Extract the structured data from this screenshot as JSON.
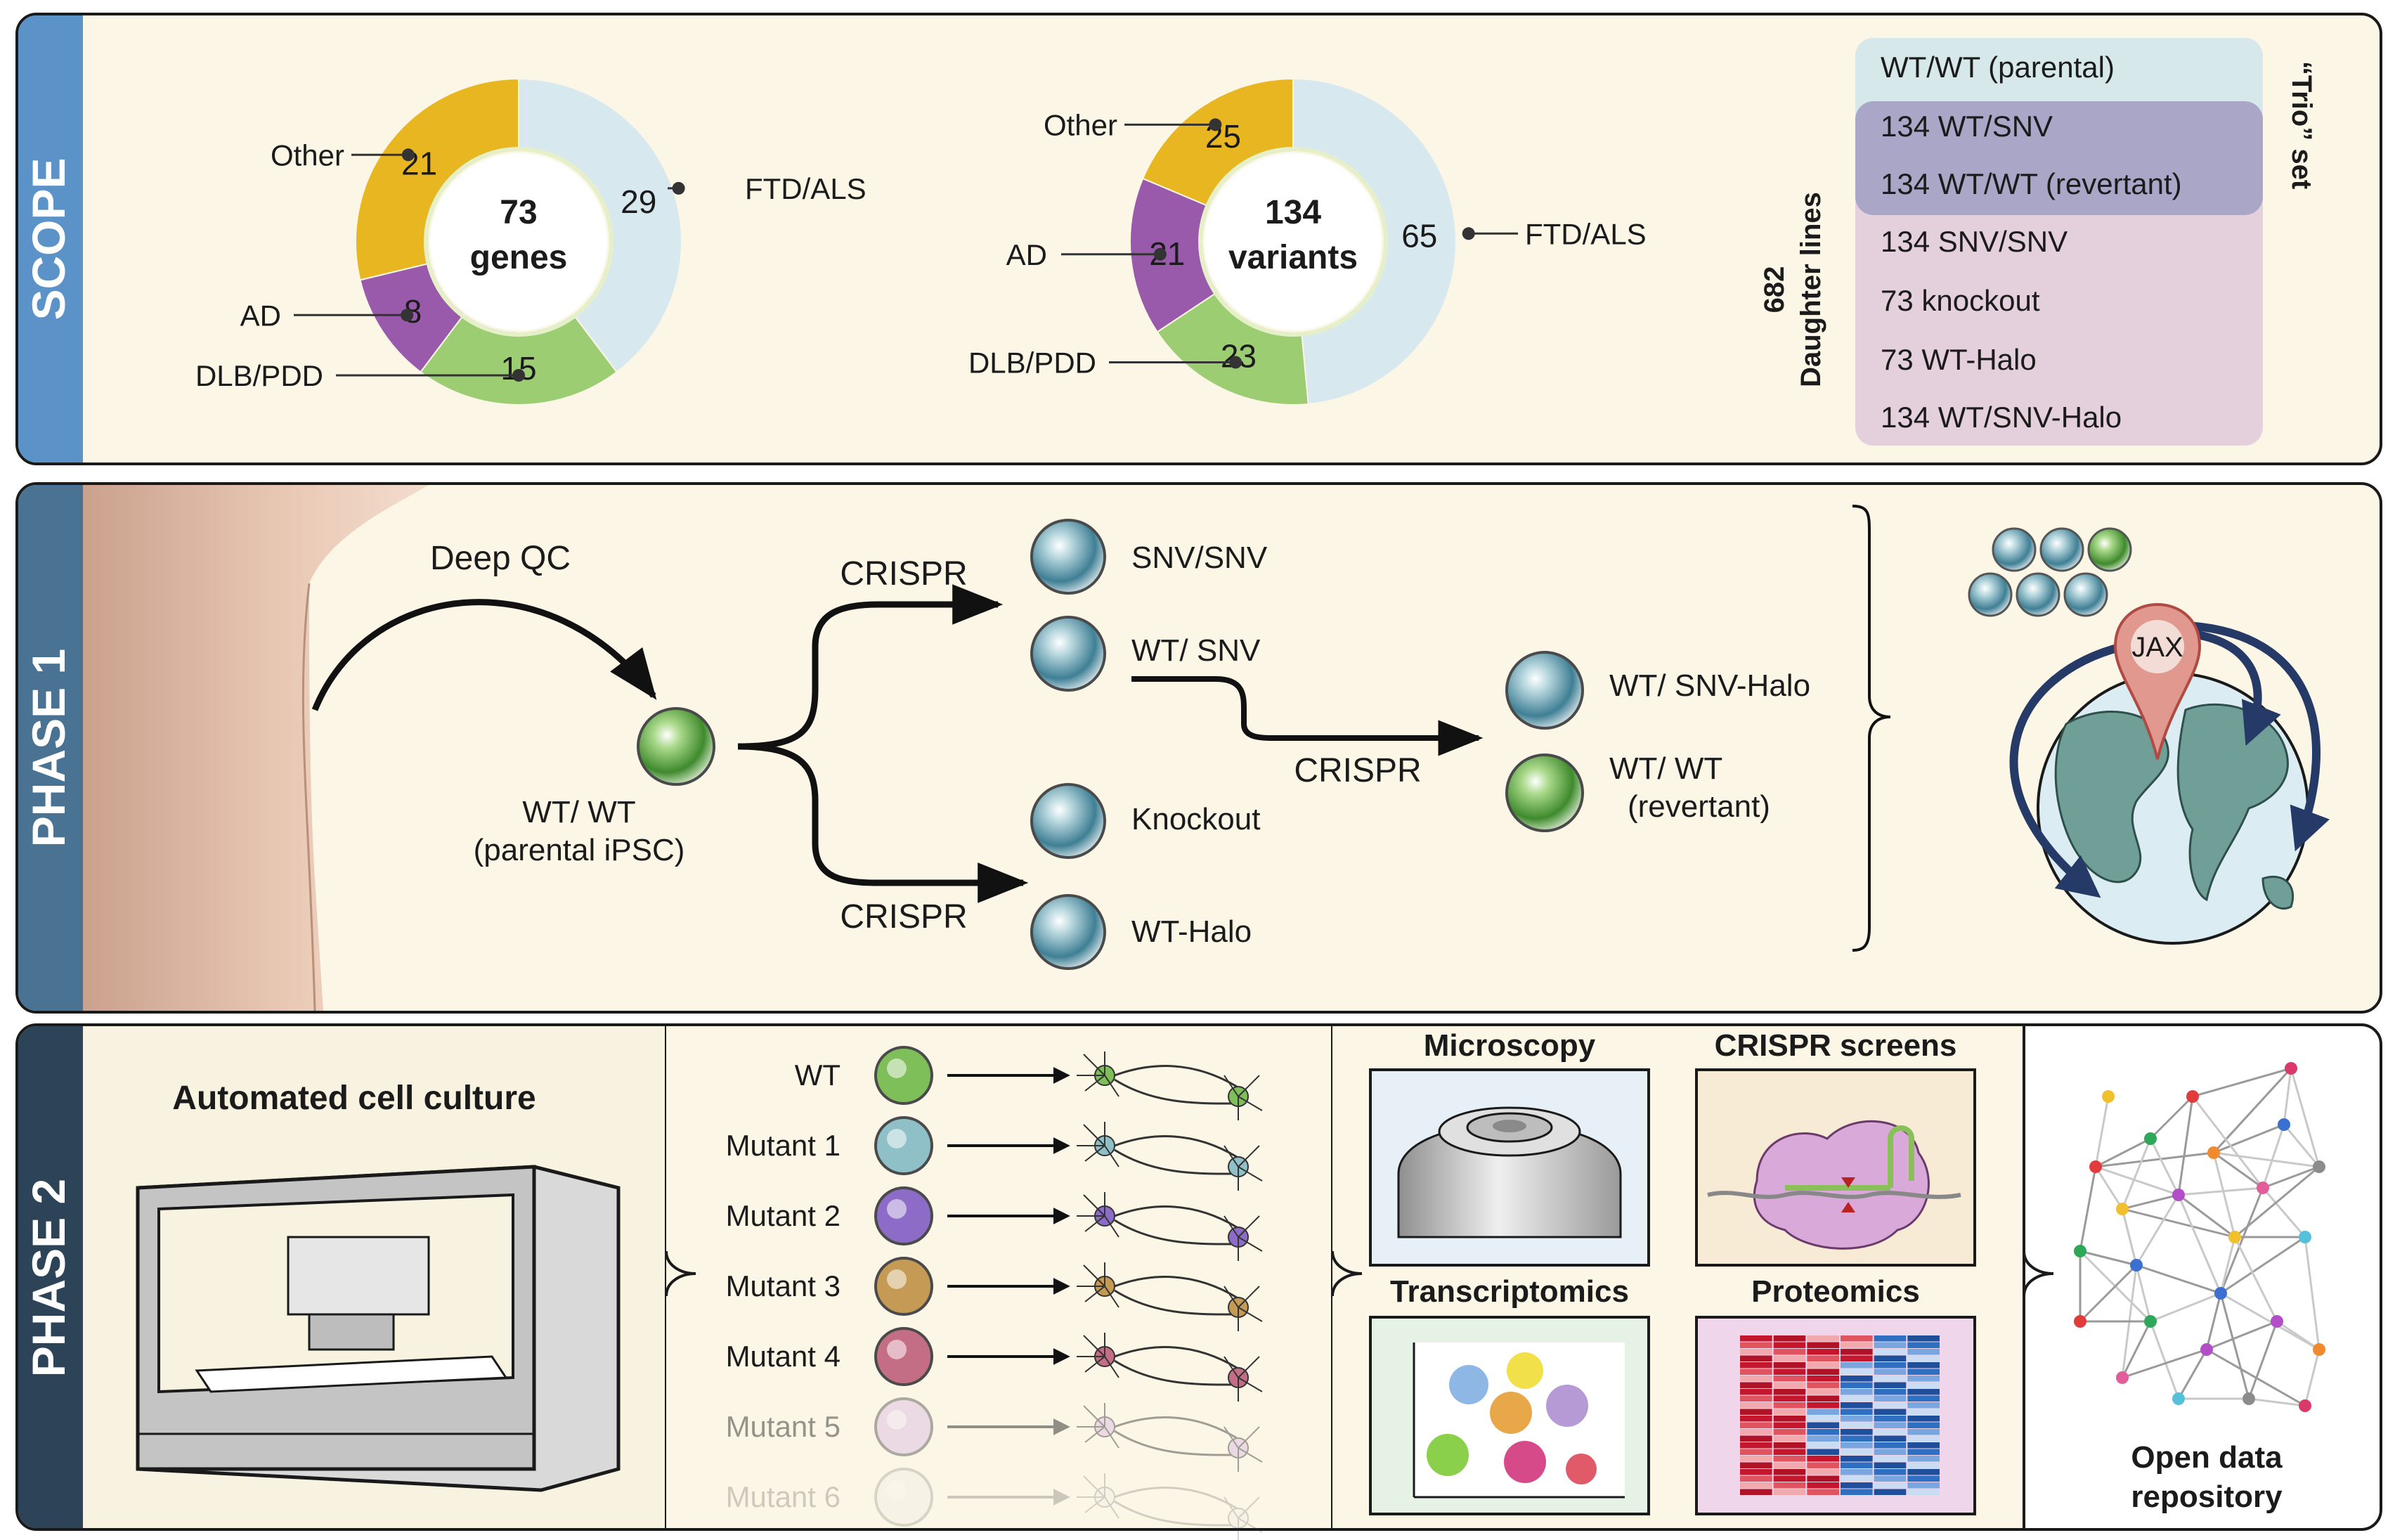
{
  "scope": {
    "band_label": "SCOPE",
    "donut_genes": {
      "center_number": "73",
      "center_label": "genes",
      "segments": [
        {
          "label": "FTD/ALS",
          "value": 29,
          "value_text": "29",
          "color": "#d7e9ef"
        },
        {
          "label": "DLB/PDD",
          "value": 15,
          "value_text": "15",
          "color": "#9ccd73"
        },
        {
          "label": "AD",
          "value": 8,
          "value_text": "8",
          "color": "#9a5aab"
        },
        {
          "label": "Other",
          "value": 21,
          "value_text": "21",
          "color": "#e8b620"
        }
      ]
    },
    "donut_variants": {
      "center_number": "134",
      "center_label": "variants",
      "segments": [
        {
          "label": "FTD/ALS",
          "value": 65,
          "value_text": "65",
          "color": "#d7e9ef"
        },
        {
          "label": "DLB/PDD",
          "value": 23,
          "value_text": "23",
          "color": "#9ccd73"
        },
        {
          "label": "AD",
          "value": 21,
          "value_text": "21",
          "color": "#9a5aab"
        },
        {
          "label": "Other",
          "value": 25,
          "value_text": "25",
          "color": "#e8b620"
        }
      ]
    },
    "daughter_lines_number": "682",
    "daughter_lines_label": "Daughter lines",
    "trio_label": "“Trio” set",
    "lines": [
      "WT/WT (parental)",
      "134 WT/SNV",
      "134 WT/WT (revertant)",
      "134 SNV/SNV",
      "73 knockout",
      "73 WT-Halo",
      "134 WT/SNV-Halo"
    ]
  },
  "phase1": {
    "band_label": "PHASE 1",
    "deep_qc": "Deep QC",
    "parental_line1": "WT/ WT",
    "parental_line2": "(parental iPSC)",
    "crispr_top": "CRISPR",
    "crispr_bottom": "CRISPR",
    "crispr_mid": "CRISPR",
    "snv_snv": "SNV/SNV",
    "wt_snv": "WT/ SNV",
    "knockout": "Knockout",
    "wt_halo": "WT-Halo",
    "wt_snv_halo": "WT/ SNV-Halo",
    "revertant_line1": "WT/ WT",
    "revertant_line2": "(revertant)",
    "jax": "JAX"
  },
  "phase2": {
    "band_label": "PHASE 2",
    "automated": "Automated cell culture",
    "rows": [
      {
        "label": "WT",
        "color": "#7ebf5a"
      },
      {
        "label": "Mutant 1",
        "color": "#8fc0c8"
      },
      {
        "label": "Mutant 2",
        "color": "#8c6cc6"
      },
      {
        "label": "Mutant 3",
        "color": "#c49a55"
      },
      {
        "label": "Mutant 4",
        "color": "#c46e86"
      },
      {
        "label": "Mutant 5",
        "color": "#d9b8e2"
      },
      {
        "label": "Mutant 6",
        "color": "#e6e6e6"
      }
    ],
    "microscopy": "Microscopy",
    "crispr_screens": "CRISPR screens",
    "transcriptomics": "Transcriptomics",
    "proteomics": "Proteomics",
    "open_data_line1": "Open data",
    "open_data_line2": "repository"
  }
}
